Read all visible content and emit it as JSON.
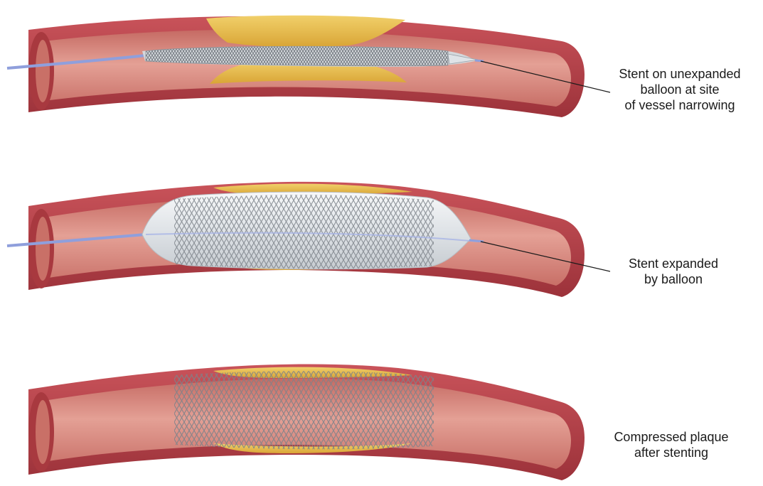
{
  "panels": [
    {
      "id": "unexpanded",
      "label_lines": [
        "Stent on unexpanded",
        "balloon at site",
        "of vessel narrowing"
      ]
    },
    {
      "id": "expanded",
      "label_lines": [
        "Stent expanded",
        "by balloon"
      ]
    },
    {
      "id": "after",
      "label_lines": [
        "Compressed plaque",
        "after stenting"
      ]
    }
  ],
  "colors": {
    "vessel_wall": "#b8424a",
    "vessel_wall_dark": "#8f2a31",
    "vessel_lumen": "#d98a80",
    "vessel_lumen_light": "#e7a398",
    "plaque": "#e0b13c",
    "plaque_light": "#f0cf66",
    "stent_metal": "#8d939a",
    "balloon": "#e9ecef",
    "catheter": "#8f9fdc"
  }
}
